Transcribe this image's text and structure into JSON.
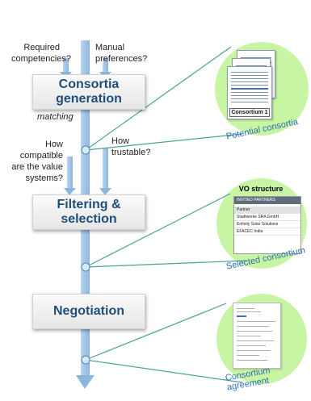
{
  "questions": {
    "required": "Required competencies?",
    "manual": "Manual preferences?",
    "compatible": "How compatible are the value systems?",
    "trustable": "How trustable?"
  },
  "stages": {
    "generation": "Consortia generation",
    "matching": "matching",
    "filtering": "Filtering & selection",
    "negotiation": "Negotiation"
  },
  "outputs": {
    "potential_label": "Potential consortia",
    "consortium_doc_label": "Consortium 1",
    "vo_title": "VO structure",
    "selected_label": "Selected consortium",
    "agreement_label": "Consortium agreement"
  },
  "partners_table": {
    "header": "INVITED PARTNERS",
    "column": "Partner",
    "rows": [
      "Stadtwerke SRA GmbH",
      "Enfinity Solar Solutions",
      "EFACEC India"
    ]
  },
  "colors": {
    "arrow": "#9dc3e6",
    "lines": "#4aa39b",
    "circle_fill": "#c8f5a4",
    "stage_text": "#1f4e79",
    "curved_text": "#2e6eb0",
    "doc_blue": "#00b0f0"
  }
}
